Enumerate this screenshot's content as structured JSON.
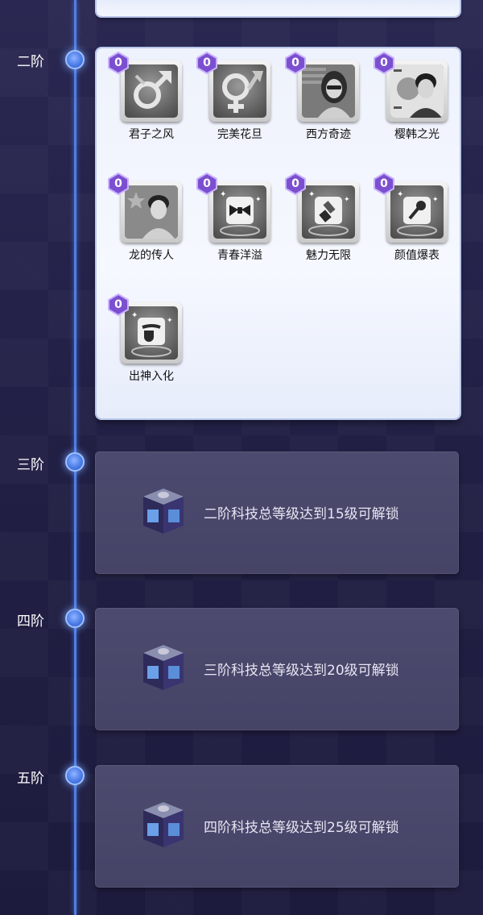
{
  "tiers": [
    {
      "label": "二阶"
    },
    {
      "label": "三阶"
    },
    {
      "label": "四阶"
    },
    {
      "label": "五阶"
    }
  ],
  "skills": [
    {
      "name": "君子之风",
      "level": "0",
      "icon": "male-symbol-icon"
    },
    {
      "name": "完美花旦",
      "level": "0",
      "icon": "female-symbol-icon"
    },
    {
      "name": "西方奇迹",
      "level": "0",
      "icon": "western-girl-portrait-icon"
    },
    {
      "name": "樱韩之光",
      "level": "0",
      "icon": "korean-boy-portrait-icon"
    },
    {
      "name": "龙的传人",
      "level": "0",
      "icon": "chinese-boy-portrait-icon"
    },
    {
      "name": "青春洋溢",
      "level": "0",
      "icon": "bow-tie-icon"
    },
    {
      "name": "魅力无限",
      "level": "0",
      "icon": "lipstick-icon"
    },
    {
      "name": "颜值爆表",
      "level": "0",
      "icon": "microphone-icon"
    },
    {
      "name": "出神入化",
      "level": "0",
      "icon": "pipe-icon"
    }
  ],
  "locked_tiers": [
    {
      "message": "二阶科技总等级达到15级可解锁"
    },
    {
      "message": "三阶科技总等级达到20级可解锁"
    },
    {
      "message": "四阶科技总等级达到25级可解锁"
    }
  ],
  "colors": {
    "background": "#25234a",
    "timeline": "#4f7ee8",
    "badge": "#7b4fd0",
    "locked_card": "#4c4a6e"
  }
}
